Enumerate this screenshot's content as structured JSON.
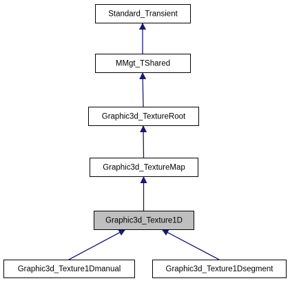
{
  "diagram": {
    "nodes": [
      {
        "id": "standard_transient",
        "label": "Standard_Transient",
        "highlighted": false
      },
      {
        "id": "mmgt_tshared",
        "label": "MMgt_TShared",
        "highlighted": false
      },
      {
        "id": "texture_root",
        "label": "Graphic3d_TextureRoot",
        "highlighted": false
      },
      {
        "id": "texture_map",
        "label": "Graphic3d_TextureMap",
        "highlighted": false
      },
      {
        "id": "texture_1d",
        "label": "Graphic3d_Texture1D",
        "highlighted": true
      },
      {
        "id": "texture_1d_manual",
        "label": "Graphic3d_Texture1Dmanual",
        "highlighted": false
      },
      {
        "id": "texture_1d_segment",
        "label": "Graphic3d_Texture1Dsegment",
        "highlighted": false
      }
    ],
    "edges": [
      {
        "from": "mmgt_tshared",
        "to": "standard_transient"
      },
      {
        "from": "texture_root",
        "to": "mmgt_tshared"
      },
      {
        "from": "texture_map",
        "to": "texture_root"
      },
      {
        "from": "texture_1d",
        "to": "texture_map"
      },
      {
        "from": "texture_1d_manual",
        "to": "texture_1d"
      },
      {
        "from": "texture_1d_segment",
        "to": "texture_1d"
      }
    ],
    "colors": {
      "node_fill": "#ffffff",
      "highlight_fill": "#bfbfbf",
      "border": "#000000",
      "edge": "#191970"
    }
  }
}
